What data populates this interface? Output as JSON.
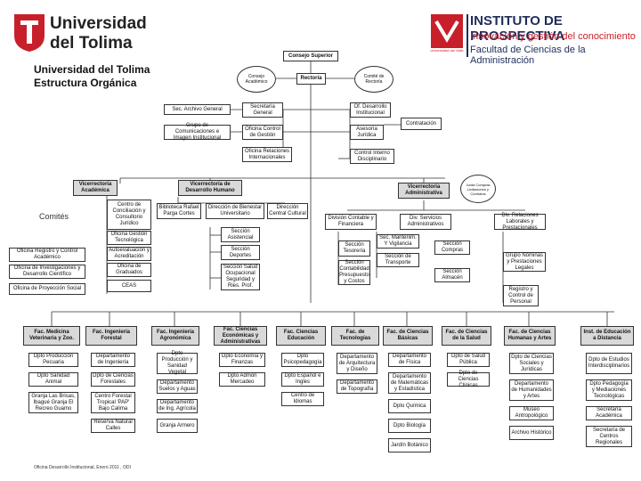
{
  "header": {
    "ut_name_line1": "Universidad",
    "ut_name_line2": "del Tolima",
    "ip_title": "INSTITUTO DE PROSPECTIVA",
    "ip_sub1": "Innovación y gestión del conocimiento",
    "ip_sub2": "Facultad de Ciencias de la Administración",
    "ip_logo_caption": "Universidad del Valle",
    "brand_red": "#c8202a",
    "brand_navy": "#1f2d5a"
  },
  "title": {
    "line1": "Universidad del Tolima",
    "line2": "Estructura Orgánica"
  },
  "top": {
    "consejo_superior": "Consejo Superior",
    "consejo_academico": "Consejo Académico",
    "rectoria": "Rectoría",
    "comite_rectoria": "Comité de Rectoría",
    "sec_archivo": "Sec. Archivo General",
    "secretaria_general": "Secretaría General",
    "of_desarrollo": "Of. Desarrollo Institucional",
    "contratacion": "Contratación",
    "grupo_comunicaciones": "Grupo de Comunicaciones e Imagen Institucional",
    "oficina_control": "Oficina Control de Gestión",
    "asesoria_juridica": "Asesoría Jurídica",
    "oficina_relaciones": "Oficina Relaciones Internacionales",
    "control_interno": "Control Interno Disciplinario"
  },
  "vicerrectorias": {
    "academica": "Vicerrectoría Académica",
    "desarrollo_humano": "Vicerrectoría de Desarrollo Humano",
    "administrativa": "Vicerrectoría Administrativa",
    "junta_compras": "Junta Compras Licitaciones y Contratos"
  },
  "academica": {
    "comites": "Comités",
    "centro_conciliacion": "Centro de Conciliación y Consultorio Jurídico",
    "oficina_gestion": "Oficina Gestión Tecnológica",
    "autoevaluacion": "Autoevaluación y Acreditación",
    "oficina_graduados": "Oficina de Graduados",
    "ceas": "CEAS",
    "oficina_registro": "Oficina Registro y Control Académico",
    "oficina_investigaciones": "Oficina de Investigaciones y Desarrollo Científico",
    "oficina_proyeccion": "Oficina de Proyección Social"
  },
  "desarrollo": {
    "biblioteca": "Biblioteca Rafael Parga Cortes",
    "direccion_bienestar": "Dirección de Bienestar Universitario",
    "direccion_cultural": "Dirección Central Cultural",
    "seccion_asistencial": "Sección Asistencial",
    "seccion_deportes": "Sección Deportes",
    "seccion_salud": "Sección Salud Ocupacional Seguridad y Ries. Prof."
  },
  "administrativa": {
    "division_contable": "División Contable y Financiera",
    "div_servicios": "Div. Servicios Administrativos",
    "div_relaciones": "Div. Relaciones Laborales y Prestacionales",
    "seccion_tesoreria": "Sección Tesorería",
    "sec_mantenimiento": "Sec. Mantenim. Y Vigilancia",
    "seccion_compras": "Sección Compras",
    "grupo_nominas": "Grupo Nóminas y Prestaciones Legales",
    "seccion_contabilidad": "Sección Contabilidad Presupuesto y Costos",
    "seccion_transporte": "Sección de Transporte",
    "seccion_almacen": "Sección Almacén",
    "registro_control": "Registro y Control de Personal"
  },
  "facultades": [
    {
      "name": "Fac. Medicina Veterinaria y Zoo.",
      "children": [
        "Dpto Producción Pecuaria",
        "Dpto Sanidad Animal",
        "Granja Las Brisas, Ibagué Granja El Recreo Guamo"
      ]
    },
    {
      "name": "Fac. Ingeniería Forestal",
      "children": [
        "Departamento de Ingeniería",
        "Dpto de Ciencias Forestales",
        "Centro Forestal Tropical 'PAP' Bajo Calima",
        "Reserva Natural Calles"
      ]
    },
    {
      "name": "Fac. Ingeniería Agronómica",
      "children": [
        "Dpto Producción y Sanidad Vegetal",
        "Departamento Suelos y Aguas",
        "Departamento de Ing. Agrícola",
        "Granja Armero"
      ]
    },
    {
      "name": "Fac. Ciencias Económicas y Administrativas",
      "children": [
        "Dpto Economía y Finanzas",
        "Dpto Admón Mercadeo"
      ]
    },
    {
      "name": "Fac. Ciencias Educación",
      "children": [
        "Dpto Psicopedagogía",
        "Dpto Español e Ingles",
        "Centro de Idiomas"
      ]
    },
    {
      "name": "Fac. de Tecnologías",
      "children": [
        "Departamento de Arquitectura y Diseño",
        "Departamento de Topografía"
      ]
    },
    {
      "name": "Fac. de Ciencias Básicas",
      "children": [
        "Departamento de Física",
        "Departamento de Matemáticas y Estadística",
        "Dpto Química",
        "Dpto Biología",
        "Jardín Botánico"
      ]
    },
    {
      "name": "Fac. de Ciencias de la Salud",
      "children": [
        "Dpto de Salud Pública",
        "Dpto de Ciencias Clínicas"
      ]
    },
    {
      "name": "Fac. de Ciencias Humanas y Artes",
      "children": [
        "Dpto de Ciencias Sociales y Jurídicas",
        "Departamento de Humanidades y Artes",
        "Museo Antropológico",
        "Archivo Histórico"
      ]
    },
    {
      "name": "Inst. de Educación a Distancia",
      "children": [
        "Dpto de Estudios Interdisciplinarios",
        "Dpto Pedagogía y Mediaciones Tecnológicas",
        "Secretaría Académica",
        "Secretaría de Centros Regionales"
      ]
    }
  ],
  "footer": "Oficina Desarrollo Institucional, Enero 2011 , ODI"
}
